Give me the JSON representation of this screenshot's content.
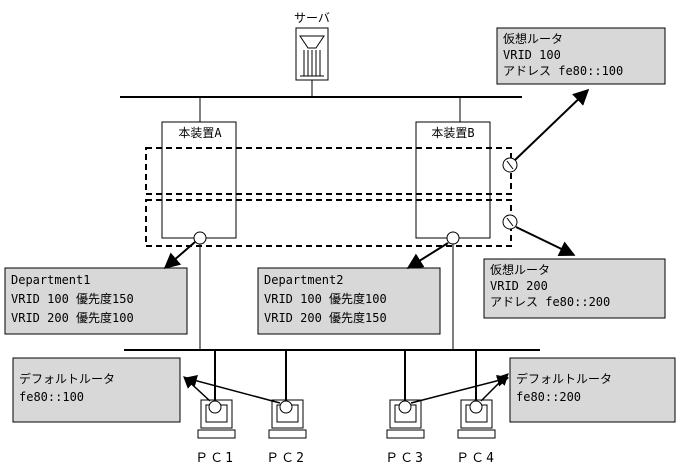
{
  "server": {
    "label": "サーバ"
  },
  "devices": {
    "a": {
      "label": "本装置A"
    },
    "b": {
      "label": "本装置B"
    }
  },
  "callouts": {
    "vr100": {
      "lines": [
        "仮想ルータ",
        "VRID 100",
        "アドレス fe80::100"
      ]
    },
    "vr200": {
      "lines": [
        "仮想ルータ",
        "VRID 200",
        "アドレス fe80::200"
      ]
    },
    "dept1": {
      "lines": [
        "Department1",
        "VRID 100 優先度150",
        "VRID 200 優先度100"
      ]
    },
    "dept2": {
      "lines": [
        "Department2",
        "VRID 100 優先度100",
        "VRID 200 優先度150"
      ]
    },
    "gw_left": {
      "lines": [
        "デフォルトルータ",
        "fe80::100"
      ]
    },
    "gw_right": {
      "lines": [
        "デフォルトルータ",
        "fe80::200"
      ]
    }
  },
  "pcs": [
    {
      "label": "ＰＣ1"
    },
    {
      "label": "ＰＣ2"
    },
    {
      "label": "ＰＣ3"
    },
    {
      "label": "ＰＣ4"
    }
  ],
  "colors": {
    "callout_fill": "#d8d8d8",
    "line": "#000000",
    "background": "#ffffff"
  }
}
